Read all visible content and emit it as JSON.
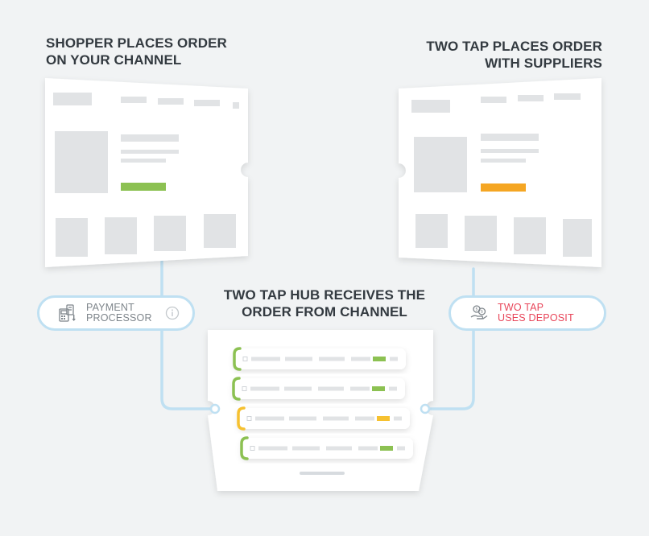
{
  "left_heading": {
    "line1": "SHOPPER PLACES ORDER",
    "line2": "ON YOUR CHANNEL"
  },
  "right_heading": {
    "line1": "TWO TAP PLACES ORDER",
    "line2": "WITH SUPPLIERS"
  },
  "hub_heading": {
    "line1": "TWO TAP HUB RECEIVES THE",
    "line2": "ORDER FROM CHANNEL"
  },
  "payment_pill": {
    "line1": "PAYMENT",
    "line2": "PROCESSOR",
    "icon": "payment-terminal-icon",
    "secondary_icon": "info-icon"
  },
  "deposit_pill": {
    "line1": "TWO TAP",
    "line2": "USES DEPOSIT",
    "icon": "coins-hand-icon"
  },
  "colors": {
    "background": "#f1f3f4",
    "connector": "#bfe0f2",
    "channel_button": "#8cc152",
    "supplier_button": "#f5a623",
    "order_status_done": "#8cc152",
    "order_status_pending": "#f6c130",
    "deposit_text": "#e8465a",
    "heading_text": "#333a40"
  },
  "hub_orders": [
    {
      "status": "done"
    },
    {
      "status": "done"
    },
    {
      "status": "pending"
    },
    {
      "status": "done"
    }
  ]
}
